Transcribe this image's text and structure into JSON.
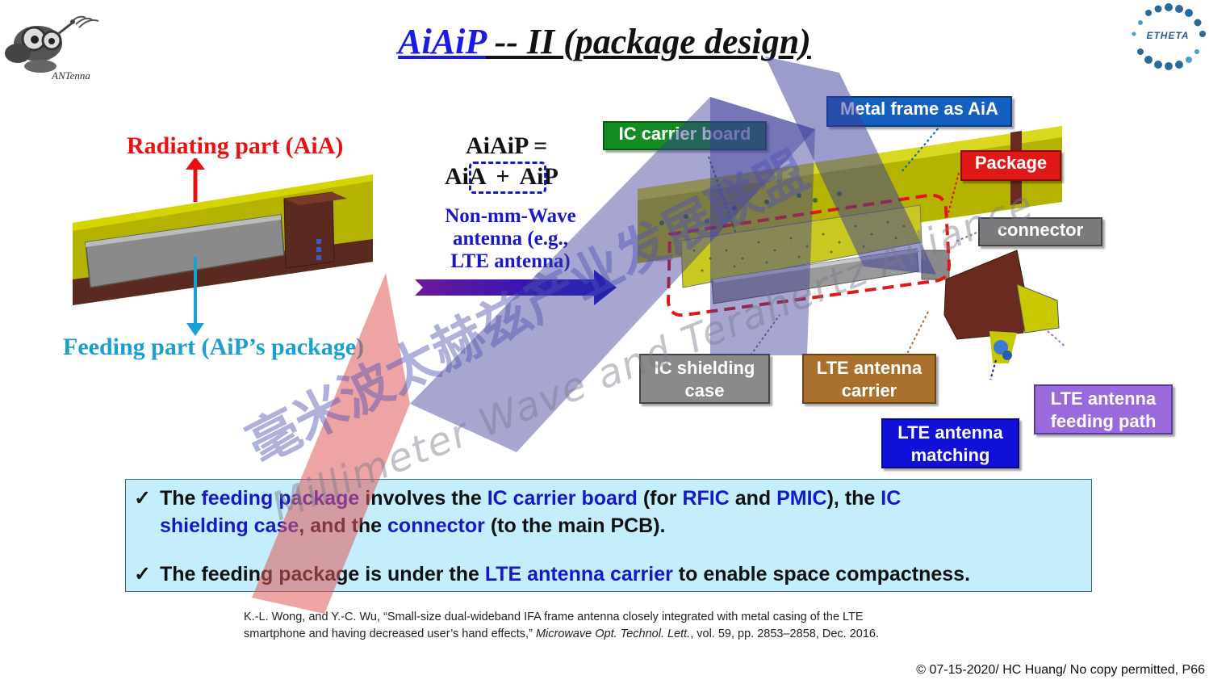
{
  "title": {
    "part1": "AiAiP",
    "part2": " -- II (package design)"
  },
  "logo_left": {
    "text": "ANTenna"
  },
  "logo_right": {
    "text": "ETHETA"
  },
  "left_diagram": {
    "radiating_label": "Radiating part (AiA)",
    "feeding_label": "Feeding part (AiP’s package)"
  },
  "middle": {
    "eq_line1": "AiAiP =",
    "eq_line2a": "AiA",
    "eq_plus": "+",
    "eq_line2b": "AiP",
    "desc_line1": "Non-mm-Wave",
    "desc_line2": "antenna (e.g.,",
    "desc_line3": "LTE antenna)"
  },
  "labels": {
    "ic_carrier_board": "IC carrier board",
    "metal_frame": "Metal frame as AiA",
    "package": "Package",
    "connector": "connector",
    "ic_shielding_line1": "IC shielding",
    "ic_shielding_line2": "case",
    "lte_carrier_line1": "LTE antenna",
    "lte_carrier_line2": "carrier",
    "lte_matching_line1": "LTE antenna",
    "lte_matching_line2": "matching",
    "lte_feeding_line1": "LTE antenna",
    "lte_feeding_line2": "feeding path"
  },
  "bullets": {
    "b1": {
      "p1": "The ",
      "p2": "feeding package",
      "p3": " involves the ",
      "p4": "IC carrier board",
      "p5": " (for ",
      "p6": "RFIC",
      "p7": " and ",
      "p8": "PMIC",
      "p9": "), the ",
      "p10": "IC",
      "p11": "shielding case",
      "p12": ", and the ",
      "p13": "connector",
      "p14": " (to the main PCB)."
    },
    "b2": {
      "p1": "The feeding package is under the ",
      "p2": "LTE antenna carrier",
      "p3": " to enable space compactness."
    }
  },
  "reference": {
    "line1": "K.-L. Wong, and Y.-C. Wu, “Small-size dual-wideband IFA frame antenna closely integrated with metal casing of the LTE",
    "line2a": "smartphone and having decreased user’s hand effects,” ",
    "journal": "Microwave Opt. Technol. Lett.",
    "line2b": ", vol. 59, pp. 2853–2858, Dec. 2016."
  },
  "copyright": "© 07-15-2020/ HC Huang/ No copy permitted, P66",
  "watermark": {
    "chinese": "毫米波太赫兹产业发展联盟",
    "english": "Millimeter Wave and Terahertz Alliance"
  },
  "colors": {
    "title_blue": "#1a1ae6",
    "radiating_red": "#e81010",
    "feeding_cyan": "#1aa0d0",
    "desc_blue": "#1818c8",
    "frame_yellow": "#c8c800",
    "ic_board_green": "#138c24",
    "metal_frame_blue": "#1460c0",
    "package_red": "#e01818",
    "connector_gray": "#7a7a7a",
    "lte_carrier_brown": "#a8702c",
    "lte_matching_blue": "#1010d8",
    "lte_feeding_purple": "#9a6adc",
    "bullet_bg": "#c4eefc"
  }
}
